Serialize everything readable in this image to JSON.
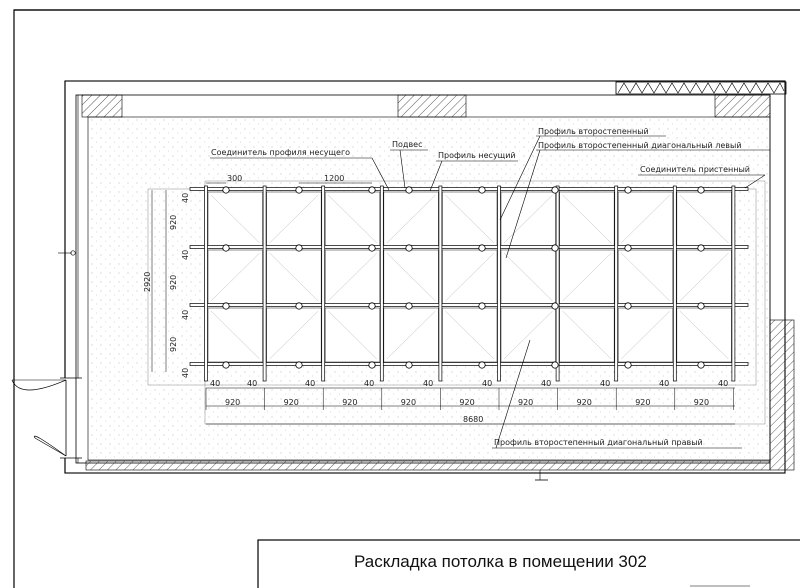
{
  "drawing": {
    "title": "Раскладка потолка в помещении 302"
  },
  "callouts": {
    "connector_main": "Соединитель профиля несущего",
    "hanger": "Подвес",
    "main_profile": "Профиль несущий",
    "secondary": "Профиль второстепенный",
    "diag_left": "Профиль второстепенный диагональный левый",
    "wall_connector": "Соединитель пристенный",
    "diag_right": "Профиль второстепенный диагональный правый"
  },
  "dimensions": {
    "hanger_offset": "300",
    "hanger_spacing": "1200",
    "gap": "40",
    "panel": "920",
    "height_total": "2920",
    "width_total": "8680"
  }
}
